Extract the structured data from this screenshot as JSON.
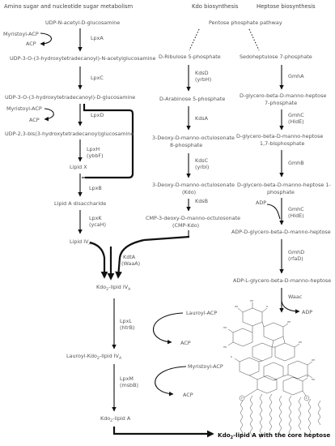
{
  "headers": {
    "amino": "Amino sugar and nucleotide sugar metabolism",
    "kdo": "Kdo biosynthesis",
    "heptose": "Heptose biosynthesis",
    "pentose": "Pentose phosphate pathway"
  },
  "left": {
    "m1": "UDP-N-acetyl-D-glucosamine",
    "myristoyl_acp_1": "Myristoyl-ACP",
    "acp_1": "ACP",
    "lpxa": "LpxA",
    "m2": "UDP-3-O-(3-hydroxytetradecanoyl)-N-acetylglucosamine",
    "lpxc": "LpxC",
    "m3": "UDP-3-O-(3-hydroxytetradecanoyl)-D-glucosamine",
    "myristoyl_acp_2": "Myristoyl-ACP",
    "acp_2": "ACP",
    "lpxd": "LpxD",
    "m4": "UDP-2,3-bis(3-hydroxytetradecanoyl)glucosamine",
    "lpxh": "LpxH",
    "ybbf": "(ybbF)",
    "lipid_x": "Lipid X",
    "lpxb": "LpxB",
    "lipid_a_disaccharide": "Lipid A disaccharide",
    "lpxk": "LpxK",
    "ycah": "(ycaH)",
    "lipid_iva": "Lipid IV",
    "lipid_iva_sub": "A",
    "kdta": "KdtA",
    "waaa": "(WaaA)",
    "kdo2_lipid_iva_pre": "Kdo",
    "kdo2_lipid_iva_sub1": "2",
    "kdo2_lipid_iva_mid": "-lipid IV",
    "kdo2_lipid_iva_sub2": "A",
    "lauroyl_acp": "Lauroyl-ACP",
    "lpxl": "LpxL",
    "htrb": "(htrB)",
    "acp_3": "ACP",
    "lauroyl_kdo_pre": "Lauroyl-Kdo",
    "lauroyl_kdo_sub1": "2",
    "lauroyl_kdo_mid": "-lipid IV",
    "lauroyl_kdo_sub2": "A",
    "myristoyl_acp_3": "Myristoyl-ACP",
    "lpxm": "LpxM",
    "msbb": "(msbB)",
    "acp_4": "ACP",
    "kdo2_lipid_a_pre": "Kdo",
    "kdo2_lipid_a_sub": "2",
    "kdo2_lipid_a_post": "-lipid A"
  },
  "middle": {
    "ribulose": "D-Ribulose 5-phosphate",
    "kdsd": "KdsD",
    "yrbh": "(yrbH)",
    "arabinose": "D-Arabinose 5-phosphate",
    "kdsa": "KdsA",
    "kdo8p_1": "3-Deoxy-D-manno-octulosonate",
    "kdo8p_2": "8-phosphate",
    "kdsc": "KdsC",
    "yrbi": "(yrbI)",
    "kdo_1": "3-Deoxy-D-manno-octulosonate",
    "kdo_2": "(Kdo)",
    "kdsb": "KdsB",
    "cmp_kdo_1": "CMP-3-deoxy-D-manno-octulosonate",
    "cmp_kdo_2": "(CMP-Kdo)"
  },
  "right": {
    "sedoheptulose": "Sedoheptulose 7-phosphate",
    "gmha": "GmhA",
    "h7p_1": "D-glycero-beta-D-manno-heptose",
    "h7p_2": "7-phosphate",
    "gmhc": "GmhC",
    "hlde": "(HldE)",
    "h17bp_1": "D-glycero-beta-D-manno-heptose",
    "h17bp_2": "1,7-bisphosphate",
    "gmhb": "GmhB",
    "h1p_1": "D-glycero-beta-D-manno-heptose 1-",
    "h1p_2": "phosphate",
    "adp_1": "ADP",
    "gmhc2": "GmhC",
    "hlde2": "(HldE)",
    "adp_d_heptose": "ADP-D-glycero-beta-D-manno-heptose",
    "gmhd": "GmhD",
    "rfad": "(rfaD)",
    "adp_l_heptose": "ADP-L-glycero-beta-D-manno-heptose",
    "waac": "Waac",
    "adp_2": "ADP"
  },
  "final_pre": "Kdo",
  "final_sub": "2",
  "final_post": "-lipid A with the core heptose"
}
